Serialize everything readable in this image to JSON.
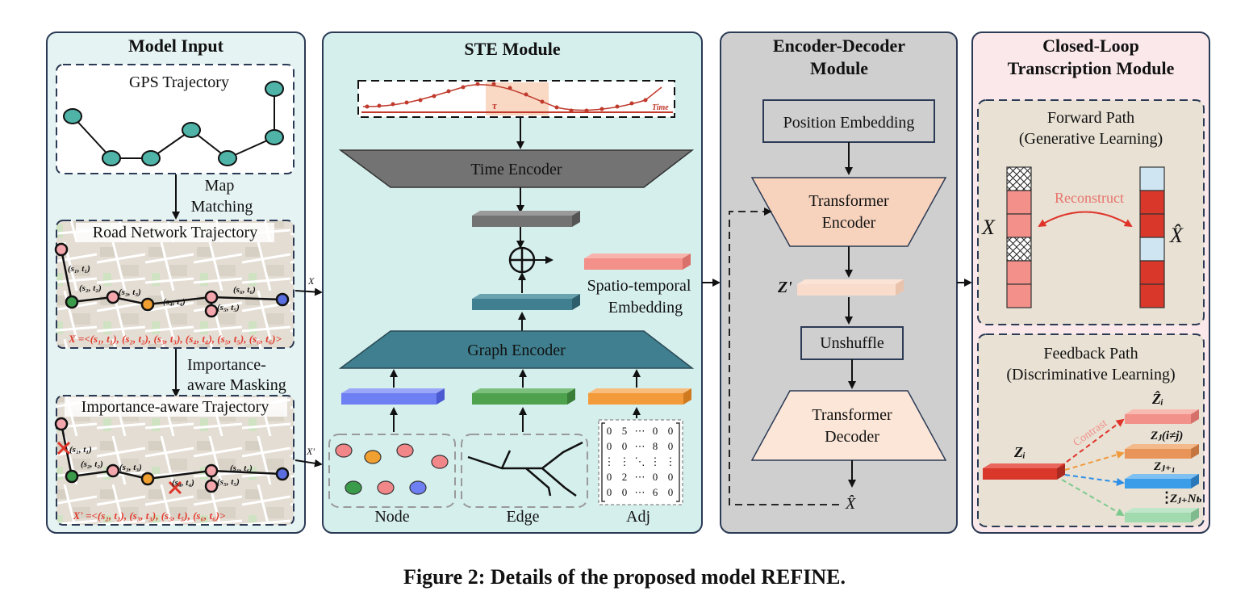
{
  "panels": {
    "model_input": {
      "title": "Model Input",
      "gps_label": "GPS Trajectory",
      "map_matching": [
        "Map",
        "Matching"
      ],
      "road_network_label": "Road Network Trajectory",
      "road_seq": "X =<(s₁, t₁), (s₂, t₂), (s₃, t₃), (s₄, t₄), (s₅, t₅), (s₆, t₆)>",
      "road_points": [
        "(s₁, t₁)",
        "(s₂, t₂)",
        "(s₃, t₃)",
        "(s₄, t₄)",
        "(s₅, t₅)",
        "(s₆, t₆)"
      ],
      "importance_masking": [
        "Importance-",
        "aware Masking"
      ],
      "importance_label": "Importance-aware Trajectory",
      "importance_seq": "X' =<(s₂, t₂), (s₃, t₃), (s₅, t₅), (s₆, t₆)>",
      "imp_points": [
        "(s₁, t₁)",
        "(s₂, t₂)",
        "(s₃, t₃)",
        "(s₄, t₄)",
        "(s₅, t₅)",
        "(s₆, t₆)"
      ],
      "out_x": "X",
      "out_xprime": "X'"
    },
    "ste": {
      "title": "STE Module",
      "time_axis_label": "Time",
      "tau": "τ",
      "time_encoder": "Time Encoder",
      "graph_encoder": "Graph Encoder",
      "embedding_label": [
        "Spatio-temporal",
        "Embedding"
      ],
      "node_label": "Node",
      "edge_label": "Edge",
      "adj_label": "Adj",
      "matrix": [
        [
          "0",
          "5",
          "⋯",
          "0",
          "0"
        ],
        [
          "0",
          "0",
          "⋯",
          "8",
          "0"
        ],
        [
          "⋮",
          "⋮",
          "⋱",
          "⋮",
          "⋮"
        ],
        [
          "0",
          "2",
          "⋯",
          "0",
          "0"
        ],
        [
          "0",
          "0",
          "⋯",
          "6",
          "0"
        ]
      ]
    },
    "encdec": {
      "title": [
        "Encoder-Decoder",
        "Module"
      ],
      "position_embedding": "Position Embedding",
      "transformer_encoder": [
        "Transformer",
        "Encoder"
      ],
      "z_prime": "Z'",
      "unshuffle": "Unshuffle",
      "transformer_decoder": [
        "Transformer",
        "Decoder"
      ],
      "x_hat": "X̂"
    },
    "closed_loop": {
      "title": [
        "Closed-Loop",
        "Transcription Module"
      ],
      "forward_title": [
        "Forward Path",
        "(Generative Learning)"
      ],
      "reconstruct": "Reconstruct",
      "x_label": "X",
      "x_hat_label": "X̂",
      "feedback_title": [
        "Feedback Path",
        "(Discriminative Learning)"
      ],
      "contrast": "Contrast",
      "zi": "Zᵢ",
      "zi_hat": "Ẑᵢ",
      "zj1": "Zⱼ(i≠j)",
      "zj2": "Zⱼ₊₁",
      "zj3": "Zⱼ₊Nь",
      "dots": "⋮"
    }
  },
  "caption": "Figure 2: Details of the proposed model REFINE.",
  "colors": {
    "panel_input_fill": "#e6f3f3",
    "panel_ste_fill": "#d5efed",
    "panel_encdec_fill": "#cfcfcf",
    "panel_loop_fill": "#fbe8ea",
    "panel_border": "#2b3a55",
    "teal_node": "#4fb3a8",
    "time_encoder": "#737373",
    "graph_encoder": "#3f7f8f",
    "transformer_encoder": "#f7d3bd",
    "transformer_decoder": "#fbe6d7",
    "red_seq": "#e23b2e",
    "reconstruct": "#e8736b",
    "salmon": "#f29089",
    "blue_emb": "#6d7ff2",
    "green_emb": "#4ea24e",
    "orange_emb": "#f39a3a",
    "red_block": "#d9372a"
  }
}
